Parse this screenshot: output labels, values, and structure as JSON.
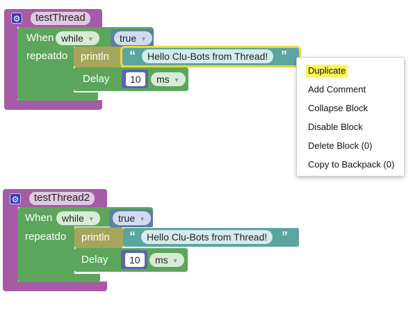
{
  "threads": [
    {
      "name": "testThread",
      "when_label": "When",
      "condition": "while",
      "value": "true",
      "repeat_label": "repeatdo",
      "println_label": "println",
      "string": "Hello Clu-Bots from Thread!",
      "delay_label": "Delay",
      "delay_value": "10",
      "delay_unit": "ms"
    },
    {
      "name": "testThread2",
      "when_label": "When",
      "condition": "while",
      "value": "true",
      "repeat_label": "repeatdo",
      "println_label": "println",
      "string": "Hello Clu-Bots from Thread!",
      "delay_label": "Delay",
      "delay_value": "10",
      "delay_unit": "ms"
    }
  ],
  "quote_open": "“",
  "quote_close": "”",
  "context_menu": {
    "items": [
      "Duplicate",
      "Add Comment",
      "Collapse Block",
      "Disable Block",
      "Delete Block (0)",
      "Copy to Backpack (0)"
    ],
    "highlighted": "Duplicate"
  },
  "colors": {
    "thread": "#a55ba5",
    "loop": "#5ca65c",
    "logic": "#5b80a5",
    "println": "#a5a55b",
    "text": "#5ba5a0",
    "number": "#5b67a5",
    "selection": "#f2d339",
    "menu_highlight": "#fff35a"
  },
  "icons": [
    "gear-icon",
    "dropdown-caret-icon"
  ]
}
